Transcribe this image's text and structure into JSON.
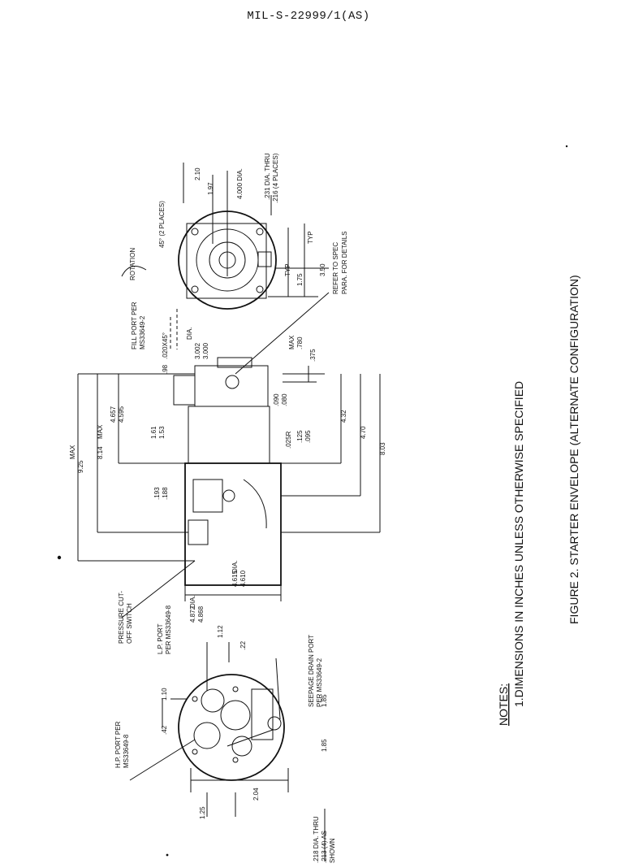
{
  "document": {
    "header": "MIL-S-22999/1(AS)"
  },
  "notes": {
    "heading": "NOTES:",
    "note1": "1.DIMENSIONS IN INCHES UNLESS OTHERWISE SPECIFIED"
  },
  "figure": {
    "caption": "FIGURE 2. STARTER ENVELOPE (ALTERNATE CONFIGURATION)"
  },
  "right_view": {
    "rotation": "ROTATION",
    "angle": "45° (2 PLACES)",
    "d210": "2.10",
    "d197": "1.97",
    "d4000": "4.000 DIA.",
    "holes1": ".231 DIA. THRU",
    "holes2": ".216 (4 PLACES)",
    "typ1": "TYP",
    "typ2": "TYP",
    "d175": "1.75",
    "d350": "3.50",
    "refer1": "REFER TO SPEC",
    "refer2": "PARA. FOR DETAILS"
  },
  "side_view": {
    "fill1": "FILL PORT PER",
    "fill2": "MS33649-2",
    "d98": ".98",
    "d020": ".020X45°",
    "dia1": "DIA.",
    "d3002": "3.002",
    "d3000": "3.000",
    "max1": "MAX",
    "d780": ".780",
    "d375": ".375",
    "d090": ".090",
    "d080": ".080",
    "max2": "MAX",
    "d925": "9.25",
    "d814": "8.14",
    "max3": "MAX",
    "d4657": "4.657",
    "d4595": "4.595",
    "d161": "1.61",
    "d153": "1.53",
    "d025r": ".025R",
    "d125": ".125",
    "d095": ".095",
    "d432": "4.32",
    "d470": "4.70",
    "d803": "8.03",
    "d193": ".193",
    "d188": ".188",
    "dia2": "DIA.",
    "d4615": "4.615",
    "d4610": "4.610",
    "dia3": "DIA.",
    "d4872": "4.872",
    "d4868": "4.868",
    "pcs1": "PRESSURE CUT-",
    "pcs2": "OFF SWITCH"
  },
  "left_view": {
    "lp1": "L.P. PORT",
    "lp2": "PER MS33649-8",
    "d112": "1.12",
    "d22": ".22",
    "seep1": "SEEPAGE DRAIN PORT",
    "seep2": "PER MS33649-2",
    "hp1": "H.P. PORT PER",
    "hp2": "MS33649-8",
    "d110": "1.10",
    "d42": ".42",
    "d185a": "1.85",
    "d185b": "1.85",
    "d125": "1.25",
    "d204": "2.04",
    "dia1": ".218 DIA. THRU",
    "dia2": ".213 (4) AS",
    "dia3": "SHOWN"
  }
}
